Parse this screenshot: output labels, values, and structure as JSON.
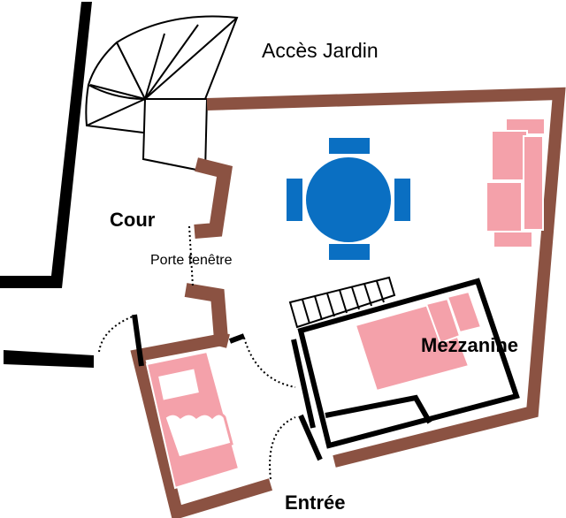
{
  "labels": {
    "garden_access": "Accès Jardin",
    "courtyard": "Cour",
    "french_window": "Porte fenêtre",
    "mezzanine": "Mezzanine",
    "entrance": "Entrée"
  },
  "colors": {
    "wall_brown": "#8b5242",
    "wall_black": "#000000",
    "furniture_pink": "#f4a1aa",
    "table_blue": "#0a6fc2"
  }
}
